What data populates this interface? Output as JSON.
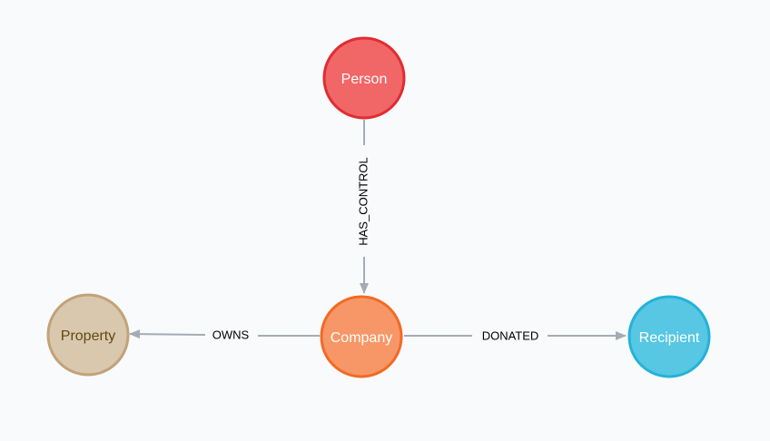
{
  "graph": {
    "nodes": [
      {
        "id": "person",
        "label": "Person",
        "fill": "#f16667",
        "stroke": "#e02d32",
        "text_color": "#ffffff"
      },
      {
        "id": "company",
        "label": "Company",
        "fill": "#f79767",
        "stroke": "#f36924",
        "text_color": "#ffffff"
      },
      {
        "id": "property",
        "label": "Property",
        "fill": "#d9c8ae",
        "stroke": "#c0a378",
        "text_color": "#604a0e"
      },
      {
        "id": "recipient",
        "label": "Recipient",
        "fill": "#57c7e3",
        "stroke": "#23b3d7",
        "text_color": "#ffffff"
      }
    ],
    "relationships": [
      {
        "id": "has-control",
        "label": "HAS_CONTROL",
        "from": "person",
        "to": "company"
      },
      {
        "id": "owns",
        "label": "OWNS",
        "from": "company",
        "to": "property"
      },
      {
        "id": "donated",
        "label": "DONATED",
        "from": "company",
        "to": "recipient"
      }
    ],
    "edge_color": "#a5abb6",
    "edge_label_color": "#000000"
  }
}
